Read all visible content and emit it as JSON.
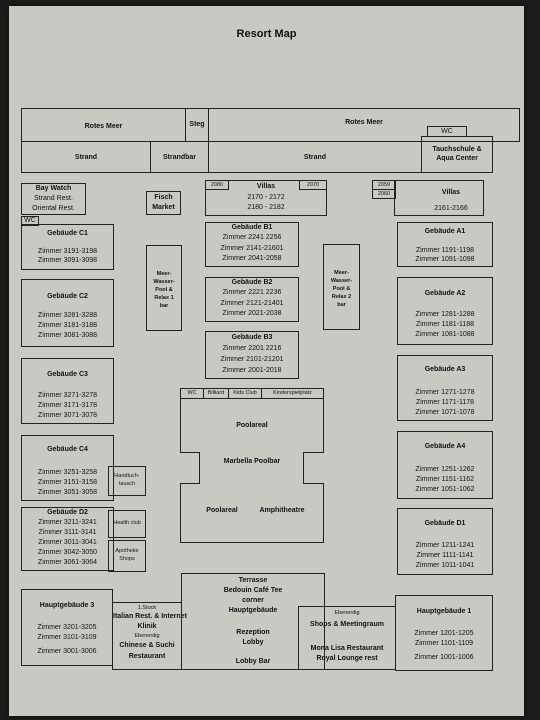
{
  "title": "Resort Map",
  "top": {
    "rotes_meer_left": "Rotes Meer",
    "steg": "Steg",
    "rotes_meer_right": "Rotes Meer",
    "wc": "WC",
    "strand_left": "Strand",
    "strandbar": "Strandbar",
    "strand_right": "Strand",
    "tauchschule": "Tauchschule &",
    "aqua_center": "Aqua Center"
  },
  "upper": {
    "bay_watch": "Bay Watch",
    "strand_rest": "Strand Rest.",
    "oriental_rest": "Oriental Rest.",
    "wc_left": "WC",
    "fisch": "Fisch",
    "market": "Market",
    "villas_center": {
      "label": "Villas",
      "left": "2080",
      "right": "2070",
      "line1": "2170 - 2172",
      "line2": "2180 - 2182"
    },
    "villas_right": {
      "label": "Villas",
      "tag1": "2059",
      "tag2": "2060",
      "range": "2161-2166"
    }
  },
  "left_buildings": [
    {
      "name": "Gebäude C1",
      "rows": [
        "Zimmer 3191-3198",
        "Zimmer 3091-3098"
      ]
    },
    {
      "name": "Gebäude C2",
      "rows": [
        "Zimmer 3281-3288",
        "Zimmer 3181-3188",
        "Zimmer 3081-3088"
      ]
    },
    {
      "name": "Gebäude C3",
      "rows": [
        "Zimmer 3271-3278",
        "Zimmer 3171-3178",
        "Zimmer 3071-3078"
      ]
    },
    {
      "name": "Gebäude C4",
      "rows": [
        "Zimmer 3251-3258",
        "Zimmer 3151-3158",
        "Zimmer 3051-3058"
      ]
    },
    {
      "name": "Gebäude D2",
      "rows": [
        "Zimmer 3211-3241",
        "Zimmer 3111-3141",
        "Zimmer 3011-3041",
        "Zimmer 3042-3050",
        "Zimmer 3061-3064"
      ]
    }
  ],
  "right_buildings": [
    {
      "name": "Gebäude A1",
      "rows": [
        "Zimmer 1191-1198",
        "Zimmer 1091-1098"
      ]
    },
    {
      "name": "Gebäude A2",
      "rows": [
        "Zimmer 1281-1288",
        "Zimmer 1181-1188",
        "Zimmer 1081-1088"
      ]
    },
    {
      "name": "Gebäude A3",
      "rows": [
        "Zimmer 1271-1278",
        "Zimmer 1171-1178",
        "Zimmer 1071-1078"
      ]
    },
    {
      "name": "Gebäude A4",
      "rows": [
        "Zimmer 1251-1262",
        "Zimmer 1151-1162",
        "Zimmer 1051-1062"
      ]
    },
    {
      "name": "Gebäude D1",
      "rows": [
        "Zimmer 1211-1241",
        "Zimmer 1111-1141",
        "Zimmer 1011-1041"
      ]
    }
  ],
  "center_buildings": [
    {
      "name": "Gebäude B1",
      "rows": [
        "Zimmer 2241      2256",
        "Zimmer 2141-21601",
        "Zimmer 2041-2058"
      ]
    },
    {
      "name": "Gebäude B2",
      "rows": [
        "Zimmer 2221      2236",
        "Zimmer 2121-21401",
        "Zimmer 2021-2038"
      ]
    },
    {
      "name": "Gebäude B3",
      "rows": [
        "Zimmer 2201      2216",
        "Zimmer 2101-21201",
        "Zimmer 2001-2018"
      ]
    }
  ],
  "pools": {
    "left": [
      "Meer-",
      "Wasser-",
      "Pool &",
      "Relax 1",
      "bar"
    ],
    "right": [
      "Meer-",
      "Wasser-",
      "Pool &",
      "Relax 2",
      "bar"
    ]
  },
  "pool_area": {
    "top_items": [
      "WC",
      "Billiard",
      "Kids Club",
      "Kinderspielplatz"
    ],
    "poolareal_top": "Poolareal",
    "marbella": "Marbella Poolbar",
    "poolareal_left": "Poolareal",
    "amphitheatre": "Amphitheatre"
  },
  "small_left": {
    "handtuch": [
      "Handtuch-",
      "tausch"
    ],
    "health_club": "Health club",
    "apotheke": [
      "Apotheke",
      "Shops"
    ]
  },
  "bottom": {
    "haupt3": {
      "name": "Hauptgebäude 3",
      "rows": [
        "Zimmer 3201-3205",
        "Zimmer 3101-3109",
        "Zimmer 3001-3006"
      ]
    },
    "stock_left": {
      "lines": [
        "1.Stock",
        "Italian Rest. & Internet",
        "Klinik",
        "Ebenerdig",
        "Chinese & Suchi",
        "Restaurant"
      ]
    },
    "center": {
      "lines": [
        "Terrasse",
        "Bedouin Café     Tee",
        "corner",
        "Hauptgebäude",
        "Rezeption",
        "Lobby",
        "Lobby Bar"
      ]
    },
    "stock_right": {
      "lines": [
        "Ebenerdig",
        "Shops & Meetingraum",
        "Mona Lisa Restaurant",
        "Royal Lounge rest"
      ]
    },
    "haupt1": {
      "name": "Hauptgebäude 1",
      "rows": [
        "Zimmer 1201-1205",
        "Zimmer 1101-1109",
        "Zimmer 1001-1006"
      ]
    }
  }
}
